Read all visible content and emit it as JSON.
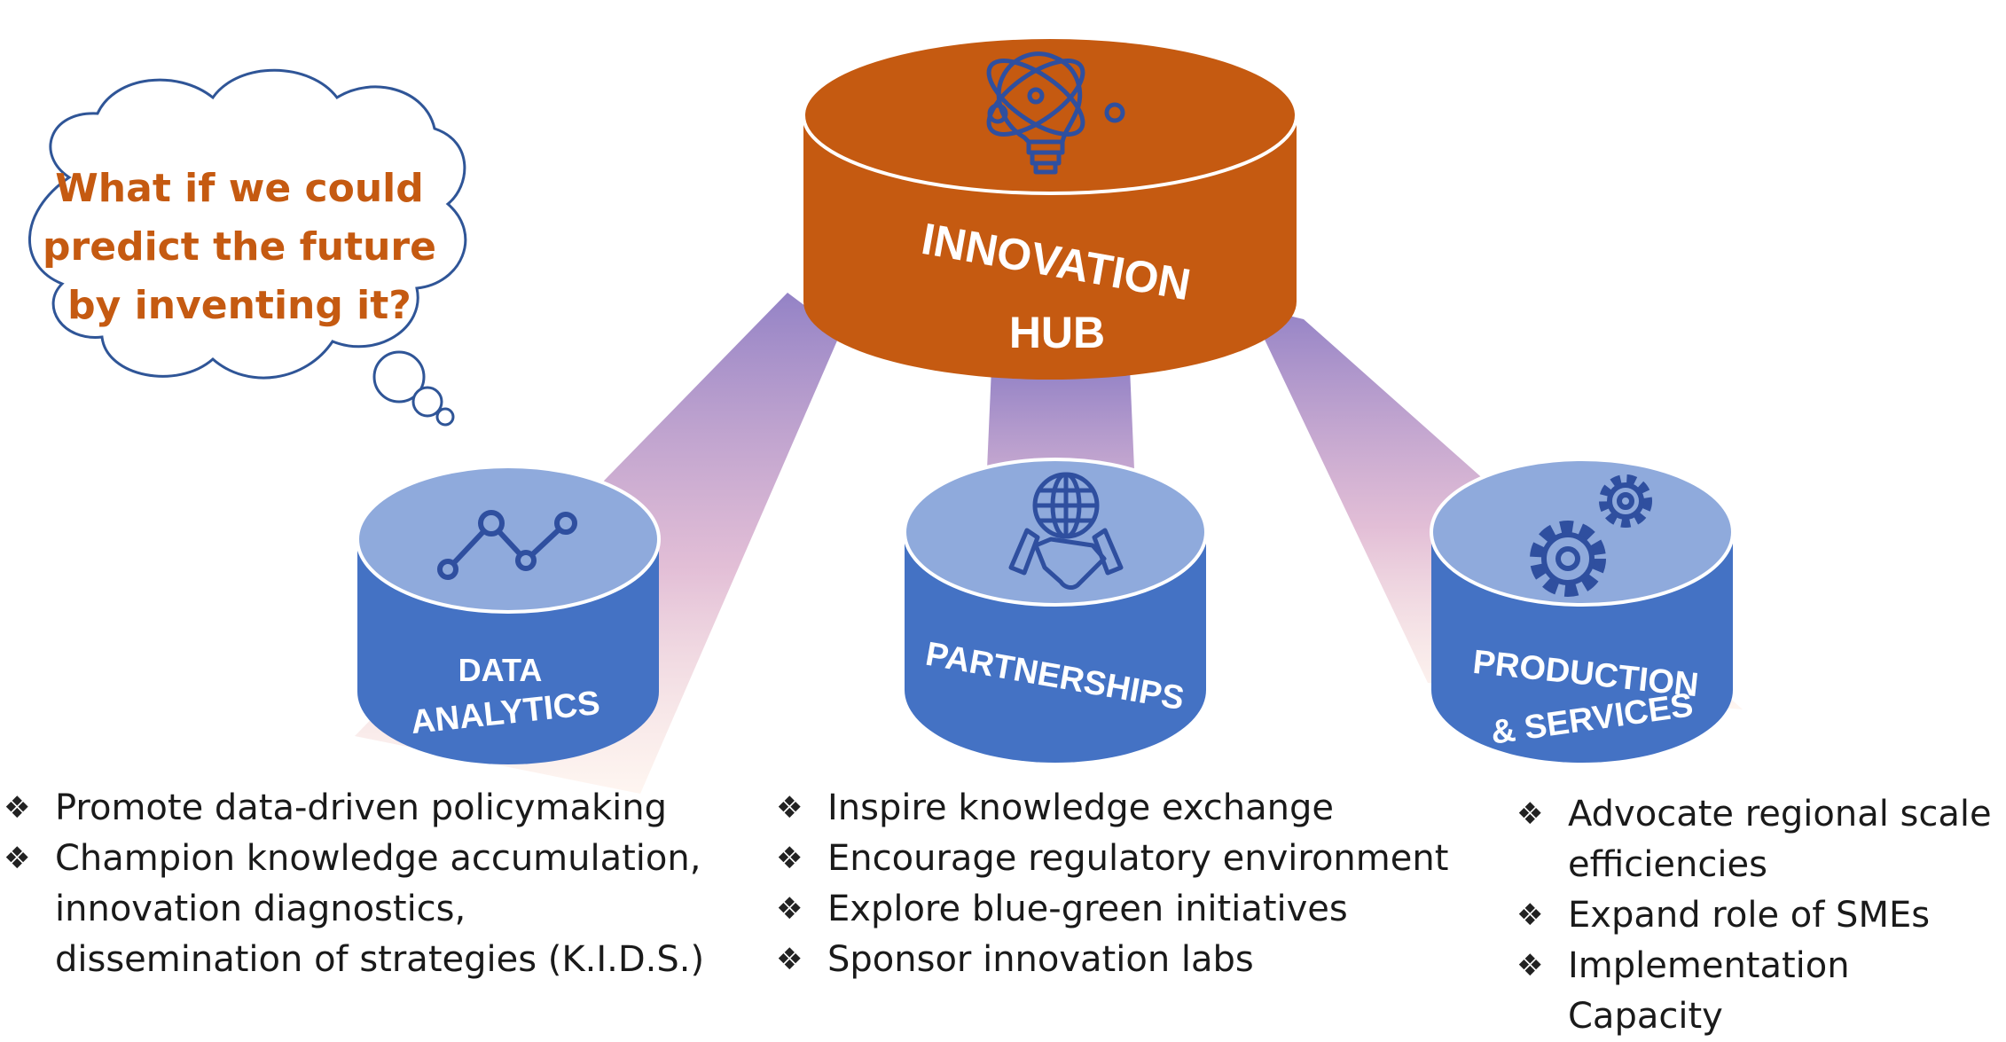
{
  "thought_cloud": {
    "lines": [
      "What if we could",
      "predict the future",
      "by inventing it?"
    ]
  },
  "hub": {
    "label_line1": "INNOVATION",
    "label_line2": "HUB",
    "icon": "lightbulb-atom-icon",
    "color": "#C55A11"
  },
  "pillars": [
    {
      "id": "data-analytics",
      "label_line1": "DATA",
      "label_line2": "ANALYTICS",
      "icon": "line-chart-icon",
      "bullets": [
        "Promote data-driven policymaking",
        "Champion knowledge accumulation, innovation diagnostics, dissemination of strategies (K.I.D.S.)"
      ]
    },
    {
      "id": "partnerships",
      "label_line1": "PARTNERSHIPS",
      "icon": "globe-handshake-icon",
      "bullets": [
        "Inspire knowledge exchange",
        "Encourage regulatory environment",
        "Explore blue-green initiatives",
        "Sponsor innovation labs"
      ]
    },
    {
      "id": "production-services",
      "label_line1": "PRODUCTION",
      "label_line2": "& SERVICES",
      "icon": "gears-icon",
      "bullets": [
        "Advocate regional scale efficiencies",
        "Expand role of SMEs",
        "Implementation Capacity"
      ]
    }
  ],
  "colors": {
    "hub": "#C55A11",
    "pillar_body": "#4472C4",
    "pillar_top": "#8FAADC",
    "icon": "#2F4F9F",
    "beam_top": "#8E7CC3",
    "beam_bottom": "#FCE4D6"
  },
  "bullet_marker": "❖"
}
